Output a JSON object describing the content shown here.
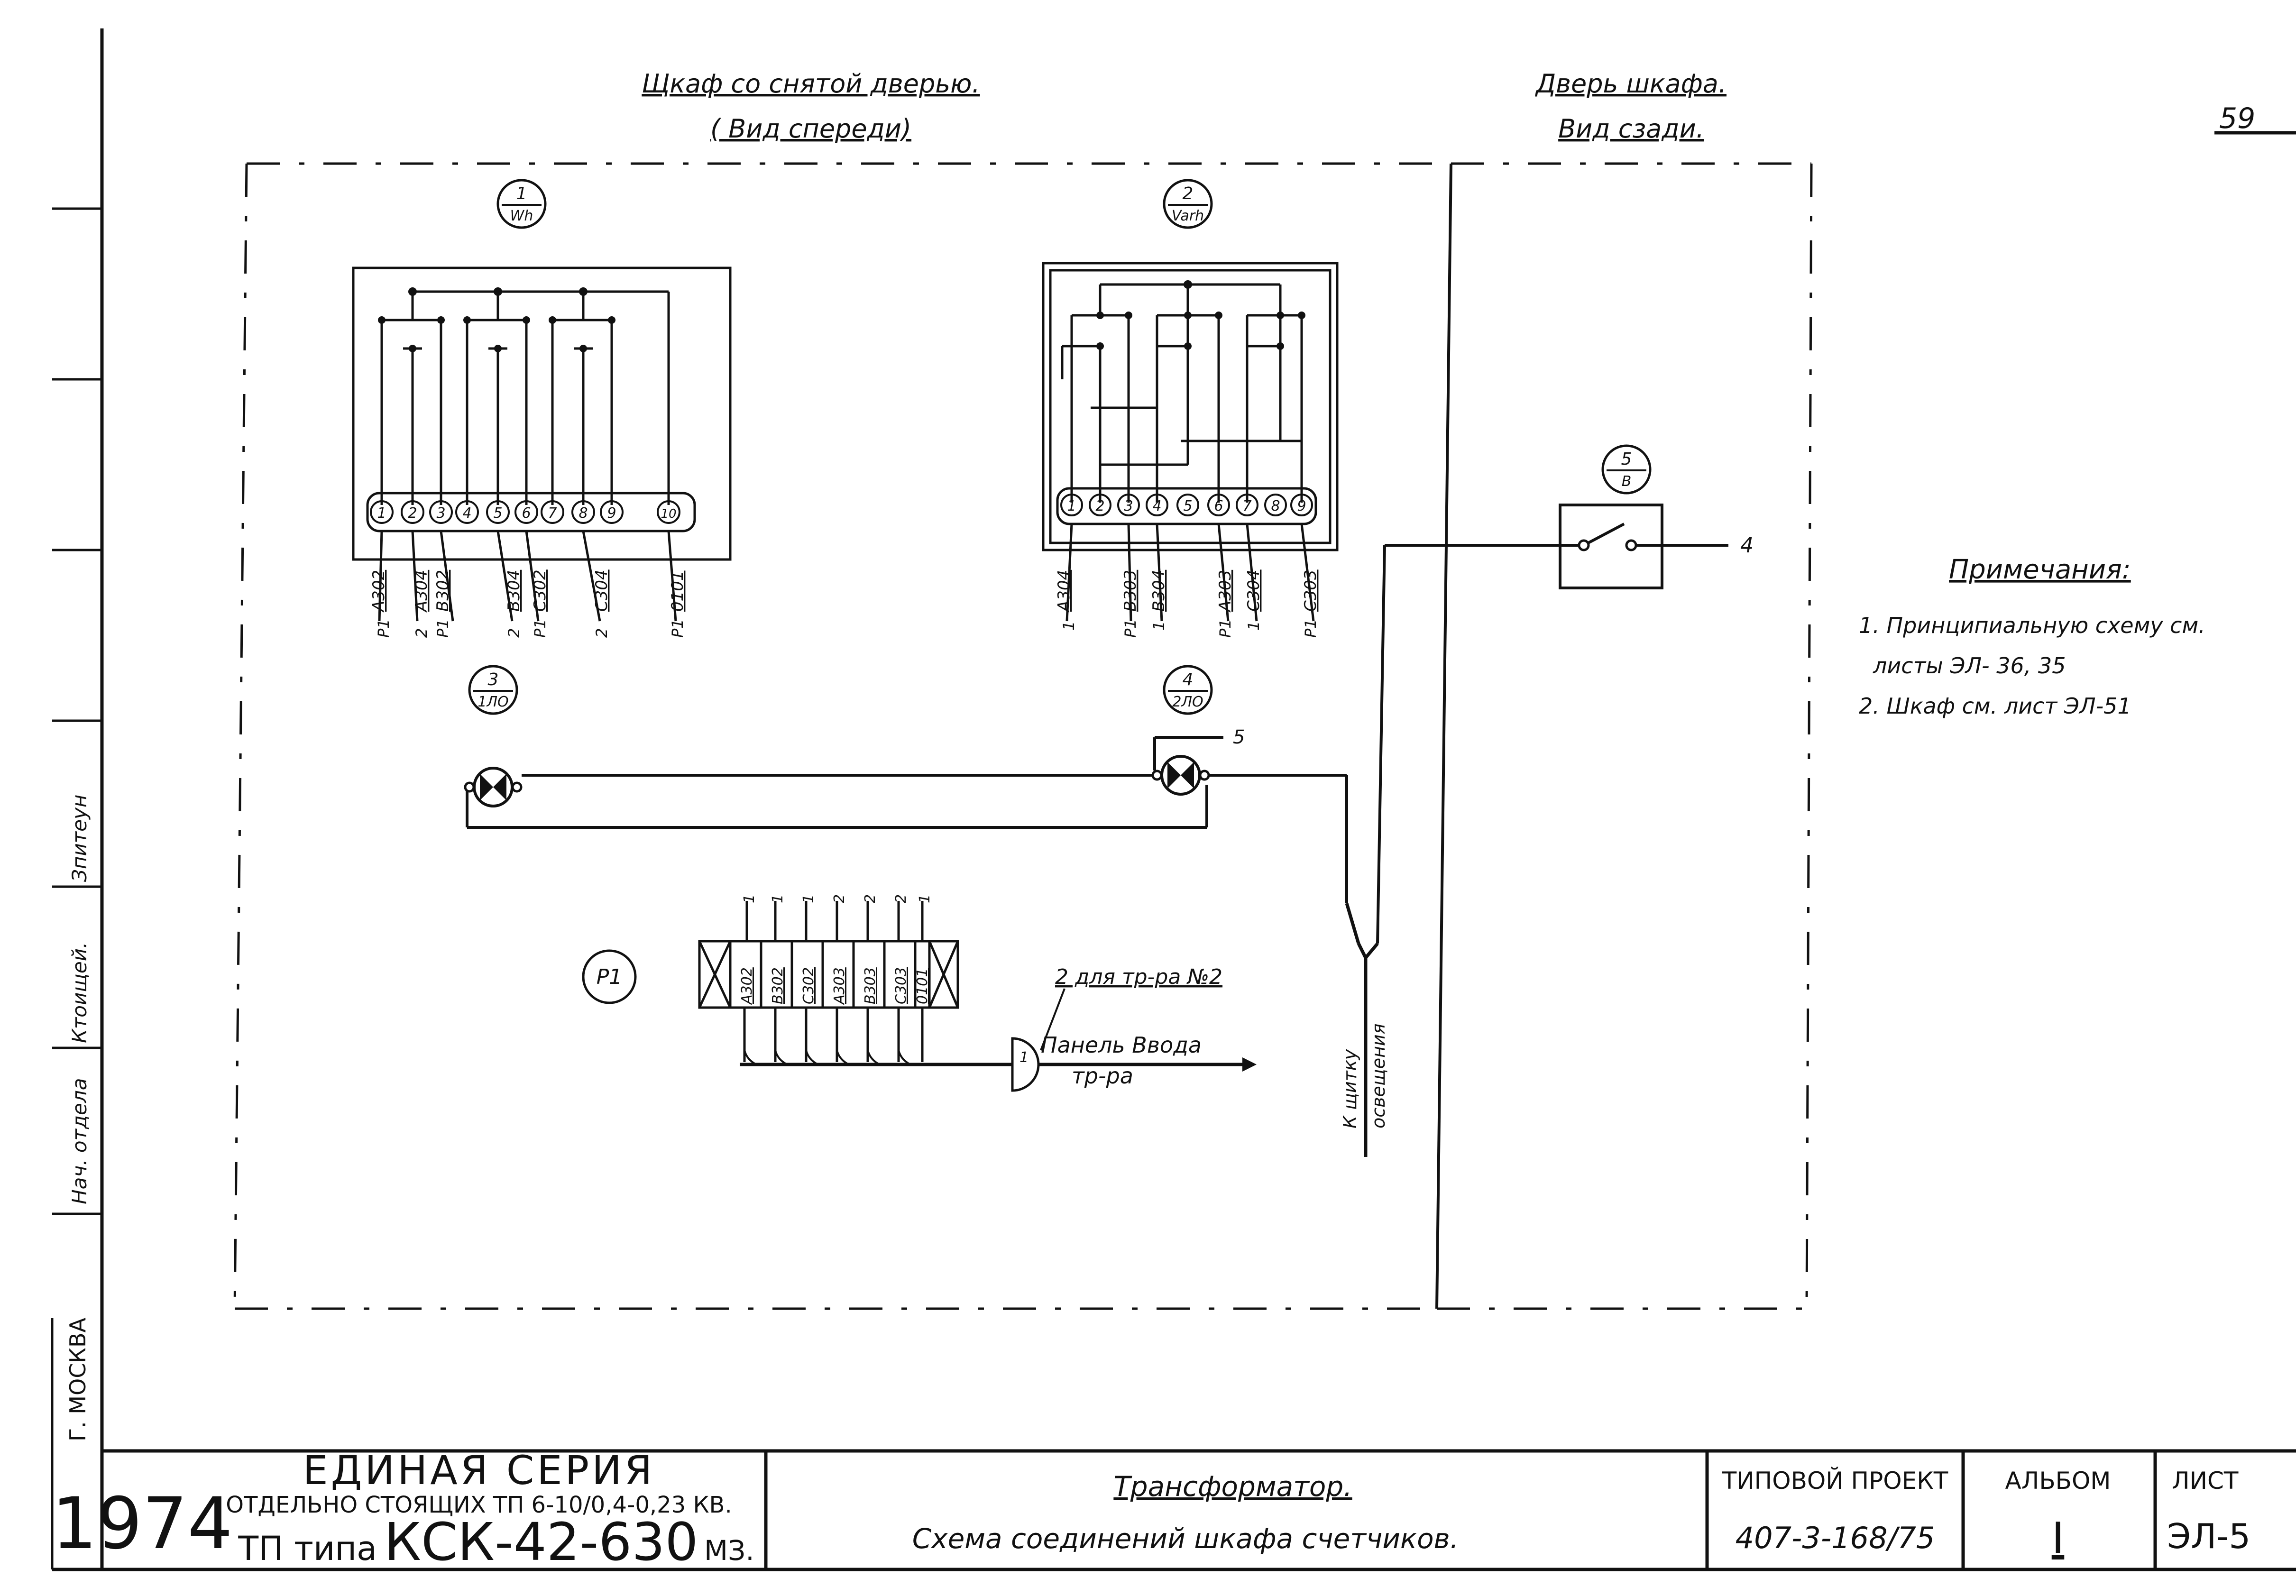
{
  "sheet_corner": "59",
  "left_margin": {
    "labels": [
      "Нач. отдела",
      "Ктоищей.",
      "Зпитеун"
    ],
    "city": "Г. МОСКВА"
  },
  "cabinet": {
    "title": "Щкаф со снятой дверью.",
    "subtitle": "( Вид спереди)"
  },
  "door": {
    "title": "Дверь шкафа.",
    "subtitle": "Вид сзади."
  },
  "devices": [
    {
      "num": "1",
      "code": "Wh"
    },
    {
      "num": "2",
      "code": "Varh"
    },
    {
      "num": "3",
      "code": "1ЛО"
    },
    {
      "num": "4",
      "code": "2ЛО"
    },
    {
      "num": "5",
      "code": "В"
    }
  ],
  "meter1": {
    "terminals": [
      "1",
      "2",
      "3",
      "4",
      "5",
      "6",
      "7",
      "8",
      "9",
      "10"
    ],
    "wires": [
      "A302",
      "A304",
      "B302",
      "B304",
      "C302",
      "C304",
      "0101"
    ],
    "prefixes": [
      "P1",
      "2",
      "P1",
      "2",
      "P1",
      "2",
      "P1"
    ]
  },
  "meter2": {
    "terminals": [
      "1",
      "2",
      "3",
      "4",
      "5",
      "6",
      "7",
      "8",
      "9"
    ],
    "wires": [
      "A304",
      "B303",
      "B304",
      "A303",
      "C304",
      "C303"
    ],
    "prefixes": [
      "1",
      "P1",
      "1",
      "P1",
      "1",
      "P1"
    ]
  },
  "switch_wire": "4",
  "lamp_wire": "5",
  "panel": {
    "code": "P1",
    "wires": [
      "A302",
      "B302",
      "C302",
      "A303",
      "B303",
      "C303",
      "0101"
    ],
    "top_nums": [
      "1",
      "1",
      "1",
      "2",
      "2",
      "2",
      "1"
    ],
    "cable_num": "1",
    "note_transformer": "2 для тр-ра №2",
    "dest_line1": "Панель Ввода",
    "dest_line2": "тр-ра"
  },
  "lighting": {
    "line1": "К щитку",
    "line2": "освещения"
  },
  "notes": {
    "title": "Примечания:",
    "line1": "1. Принципиальную схему см.",
    "line2": "листы ЭЛ- 36, 35",
    "line3": "2. Шкаф см. лист ЭЛ-51"
  },
  "title_block": {
    "year": "1974",
    "series_title": "ЕДИНАЯ СЕРИЯ",
    "series_desc": "ОТДЕЛЬНО СТОЯЩИХ ТП 6-10/0,4-0,23 КВ.",
    "tp_prefix": "ТП типа",
    "tp_model": "КСК-42-630",
    "tp_suffix": "МЗ.",
    "drawing_title": "Трансформатор.",
    "drawing_desc": "Схема соединений шкафа счетчиков.",
    "project_label": "ТИПОВОЙ ПРОЕКТ",
    "project_number": "407-3-168/75",
    "album_label": "АЛЬБОМ",
    "album_number": "I",
    "sheet_label": "ЛИСТ",
    "sheet_number": "ЭЛ-5"
  }
}
